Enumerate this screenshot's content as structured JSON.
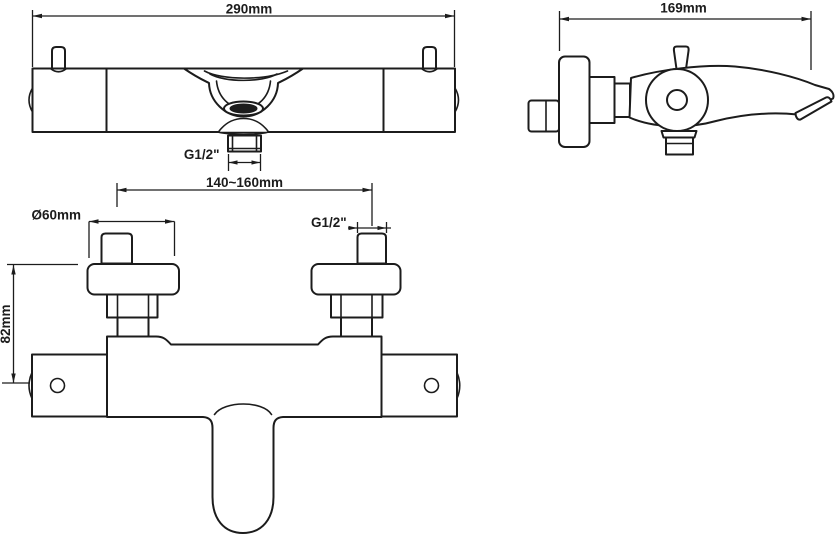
{
  "drawing": {
    "type": "technical-drawing",
    "subject": "thermostatic bath shower mixer tap, three orthographic views",
    "background_color": "#ffffff",
    "line_color": "#1c1c1c",
    "views": {
      "top": {
        "dim_width": "290mm",
        "dim_outlet_thread": "G1/2\""
      },
      "side": {
        "dim_depth": "169mm"
      },
      "front": {
        "dim_centers": "140~160mm",
        "dim_flange_diameter": "Ø60mm",
        "dim_inlet_thread": "G1/2\"",
        "dim_height": "82mm"
      }
    }
  }
}
